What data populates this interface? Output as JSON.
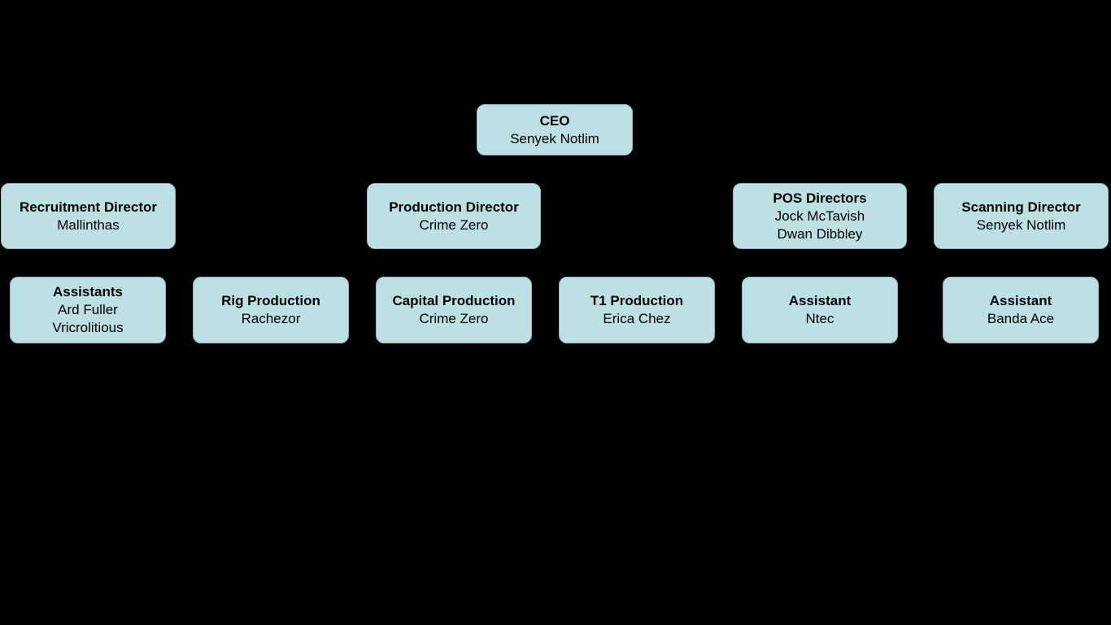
{
  "colors": {
    "background": "#000000",
    "node_fill": "#bde0e4",
    "node_border": "#8fb9bf",
    "text": "#000000"
  },
  "nodes": {
    "ceo": {
      "title": "CEO",
      "lines": [
        "Senyek Notlim"
      ]
    },
    "recruitment_director": {
      "title": "Recruitment Director",
      "lines": [
        "Mallinthas"
      ]
    },
    "production_director": {
      "title": "Production Director",
      "lines": [
        "Crime Zero"
      ]
    },
    "pos_directors": {
      "title": "POS Directors",
      "lines": [
        "Jock McTavish",
        "Dwan Dibbley"
      ]
    },
    "scanning_director": {
      "title": "Scanning Director",
      "lines": [
        "Senyek Notlim"
      ]
    },
    "recruitment_assistants": {
      "title": "Assistants",
      "lines": [
        "Ard Fuller",
        "Vricrolitious"
      ]
    },
    "rig_production": {
      "title": "Rig Production",
      "lines": [
        "Rachezor"
      ]
    },
    "capital_production": {
      "title": "Capital Production",
      "lines": [
        "Crime Zero"
      ]
    },
    "t1_production": {
      "title": "T1 Production",
      "lines": [
        "Erica Chez"
      ]
    },
    "pos_assistant": {
      "title": "Assistant",
      "lines": [
        "Ntec"
      ]
    },
    "scanning_assistant": {
      "title": "Assistant",
      "lines": [
        "Banda Ace"
      ]
    }
  }
}
